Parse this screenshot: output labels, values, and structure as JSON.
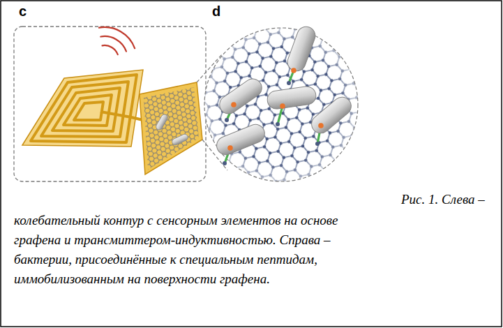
{
  "diagram": {
    "caption": "Рис. 1. Слева – колебательный контур с сенсорным элементов на основе графена и трансмиттером-индуктивностью. Справа – бактерии, присоединённые к специальным пептидам, иммобилизованным на поверхности графена.",
    "labels": [
      "c",
      "d"
    ]
  }
}
